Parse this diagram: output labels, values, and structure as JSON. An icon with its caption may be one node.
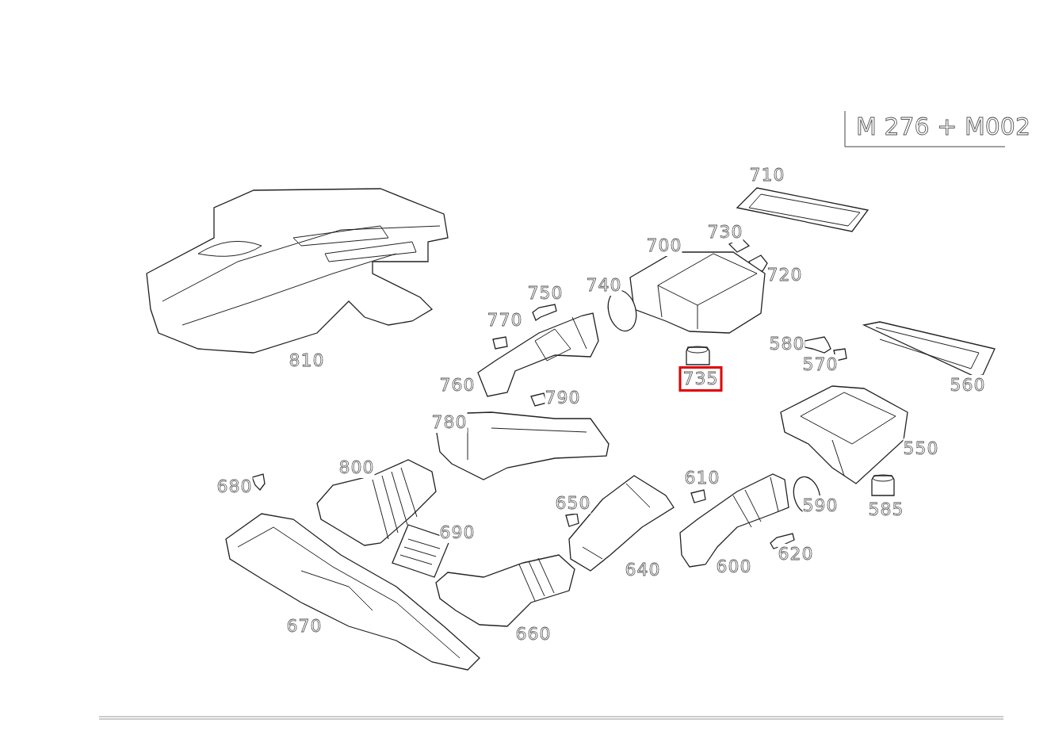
{
  "diagram": {
    "title": "M 276 + M002",
    "labels": [
      "710",
      "730",
      "700",
      "720",
      "750",
      "740",
      "810",
      "770",
      "580",
      "570",
      "735",
      "760",
      "790",
      "560",
      "780",
      "550",
      "800",
      "680",
      "610",
      "650",
      "590",
      "585",
      "690",
      "620",
      "600",
      "640",
      "670",
      "660"
    ]
  }
}
